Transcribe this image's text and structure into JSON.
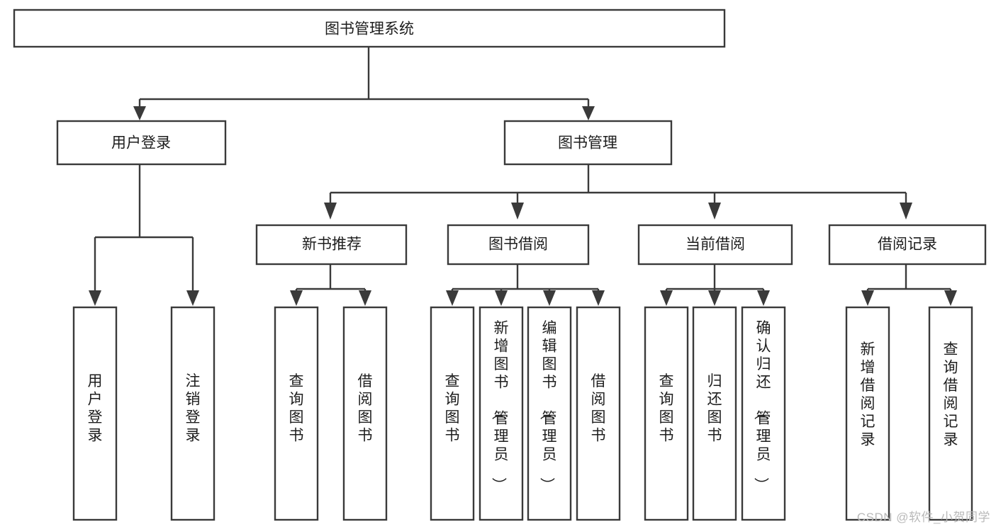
{
  "diagram": {
    "title": "图书管理系统",
    "type": "hierarchy-tree",
    "orientation": "top-down",
    "box_fill": "#ffffff",
    "line_color": "#3a3a3a",
    "text_color": "#1d1d1d",
    "root": {
      "label": "图书管理系统"
    },
    "level2": [
      {
        "label": "用户登录"
      },
      {
        "label": "图书管理"
      }
    ],
    "level3": [
      {
        "label": "新书推荐"
      },
      {
        "label": "图书借阅"
      },
      {
        "label": "当前借阅"
      },
      {
        "label": "借阅记录"
      }
    ],
    "leaves": {
      "user_login": [
        {
          "label": "用户登录"
        },
        {
          "label": "注销登录"
        }
      ],
      "new_book_recommend": [
        {
          "label": "查询图书"
        },
        {
          "label": "借阅图书"
        }
      ],
      "book_borrow": [
        {
          "label": "查询图书"
        },
        {
          "label": "新增图书（管理员）"
        },
        {
          "label": "编辑图书（管理员）"
        },
        {
          "label": "借阅图书"
        }
      ],
      "current_borrow": [
        {
          "label": "查询图书"
        },
        {
          "label": "归还图书"
        },
        {
          "label": "确认归还（管理员）"
        }
      ],
      "borrow_record": [
        {
          "label": "新增借阅记录"
        },
        {
          "label": "查询借阅记录"
        }
      ]
    }
  },
  "watermark": {
    "text": "CSDN @软件_小贺同学"
  }
}
